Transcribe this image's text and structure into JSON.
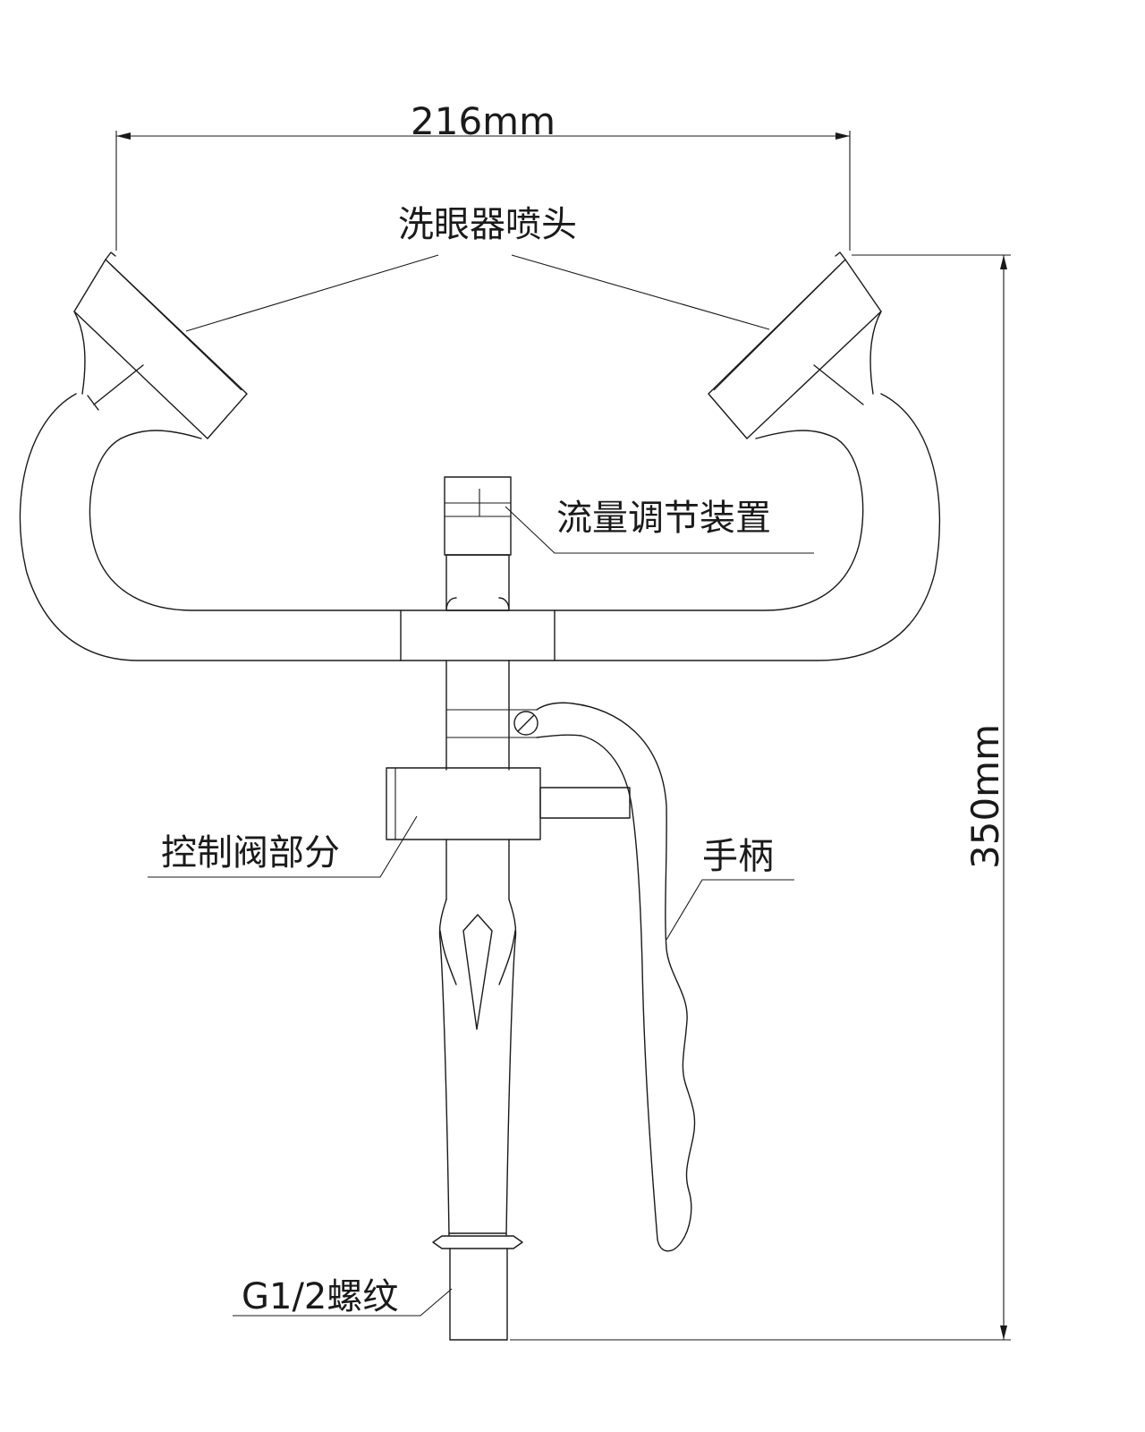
{
  "labels": {
    "width_dim": "216mm",
    "nozzle": "洗眼器喷头",
    "flow_adjust": "流量调节装置",
    "control_valve": "控制阀部分",
    "handle": "手柄",
    "thread": "G1/2螺纹",
    "height_dim": "350mm"
  },
  "colors": {
    "line": "#1a1a1a",
    "background": "#ffffff"
  }
}
